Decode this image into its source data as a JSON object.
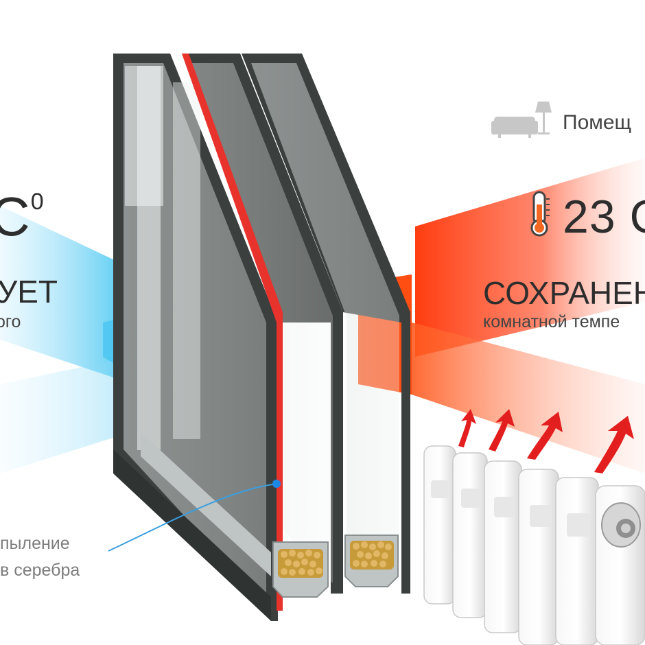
{
  "left": {
    "temp_unit": "C",
    "temp_sup": "0",
    "heading": "УЕТ",
    "subheading": "ого"
  },
  "coating": {
    "line1": "пыление",
    "line2": "в серебра"
  },
  "right": {
    "room_label": "Помещ",
    "temp_value": "23 С",
    "heading": "СОХРАНЕН",
    "subheading": "комнатной темпе"
  },
  "colors": {
    "cold": "#3fc3f0",
    "heat": "#ff4a14",
    "frame": "#3b3f3d",
    "lowe_coating": "#e8322c",
    "arrow": "#e31e1e"
  },
  "icons": [
    "sofa-lamp-icon",
    "thermometer-icon",
    "heat-arrow-icon"
  ]
}
